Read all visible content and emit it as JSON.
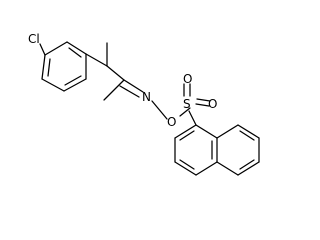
{
  "structure": {
    "atoms": {
      "chlorine": "Cl",
      "imine_nitrogen": "N",
      "oxime_oxygen": "O",
      "sulfur": "S",
      "sulfonyl_oxygen_1": "O",
      "sulfonyl_oxygen_2": "O"
    },
    "colors": {
      "bond": "#000000",
      "label": "#000000",
      "background": "#ffffff"
    }
  }
}
